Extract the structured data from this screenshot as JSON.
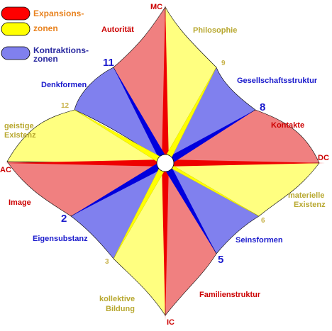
{
  "legend": {
    "items": [
      {
        "label_line1": "Expansions-",
        "label_line2": "zonen",
        "swatch": "red",
        "text_color": "#e8821e"
      },
      {
        "label_line1": "",
        "label_line2": "",
        "swatch": "yellow",
        "text_color": "#e8821e"
      },
      {
        "label_line1": "Kontraktions-",
        "label_line2": "zonen",
        "swatch": "blue",
        "text_color": "#2a2aa0"
      }
    ]
  },
  "axes": {
    "top": "MC",
    "right": "DC",
    "bottom": "IC",
    "left": "AC"
  },
  "numbers": {
    "n11": "11",
    "n9": "9",
    "n8": "8",
    "n12": "12",
    "n2": "2",
    "n6": "6",
    "n3": "3",
    "n5": "5"
  },
  "labels": {
    "autoritaet": "Autorität",
    "philosophie": "Philosophie",
    "gesellschaftsstruktur": "Gesellschaftsstruktur",
    "denkformen": "Denkformen",
    "kontakte": "Kontakte",
    "geistige1": "geistige",
    "geistige2": "Existenz",
    "image": "Image",
    "materielle1": "materielle",
    "materielle2": "Existenz",
    "eigensubstanz": "Eigensubstanz",
    "seinsformen": "Seinsformen",
    "kollektive1": "kollektive",
    "kollektive2": "Bildung",
    "familienstruktur": "Familienstruktur"
  },
  "colors": {
    "red": "#f08080",
    "yellow": "#ffff80",
    "blue": "#8080ee",
    "axis_red": "#ee0000",
    "axis_blue": "#0000dd",
    "axis_yellow": "#ffff00",
    "label_red": "#cc0000",
    "label_blue": "#1a1acc",
    "label_yellow": "#b8a830"
  }
}
